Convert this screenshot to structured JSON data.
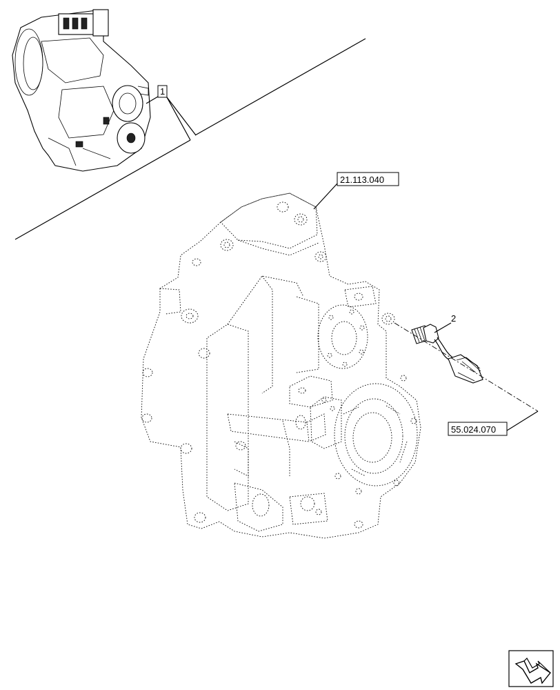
{
  "callouts": {
    "item_1": "1",
    "item_2": "2"
  },
  "references": {
    "upper_ref": "21.113.040",
    "right_ref": "55.024.070"
  },
  "icons": {
    "nav_icon": "next-page-arrow-icon"
  }
}
